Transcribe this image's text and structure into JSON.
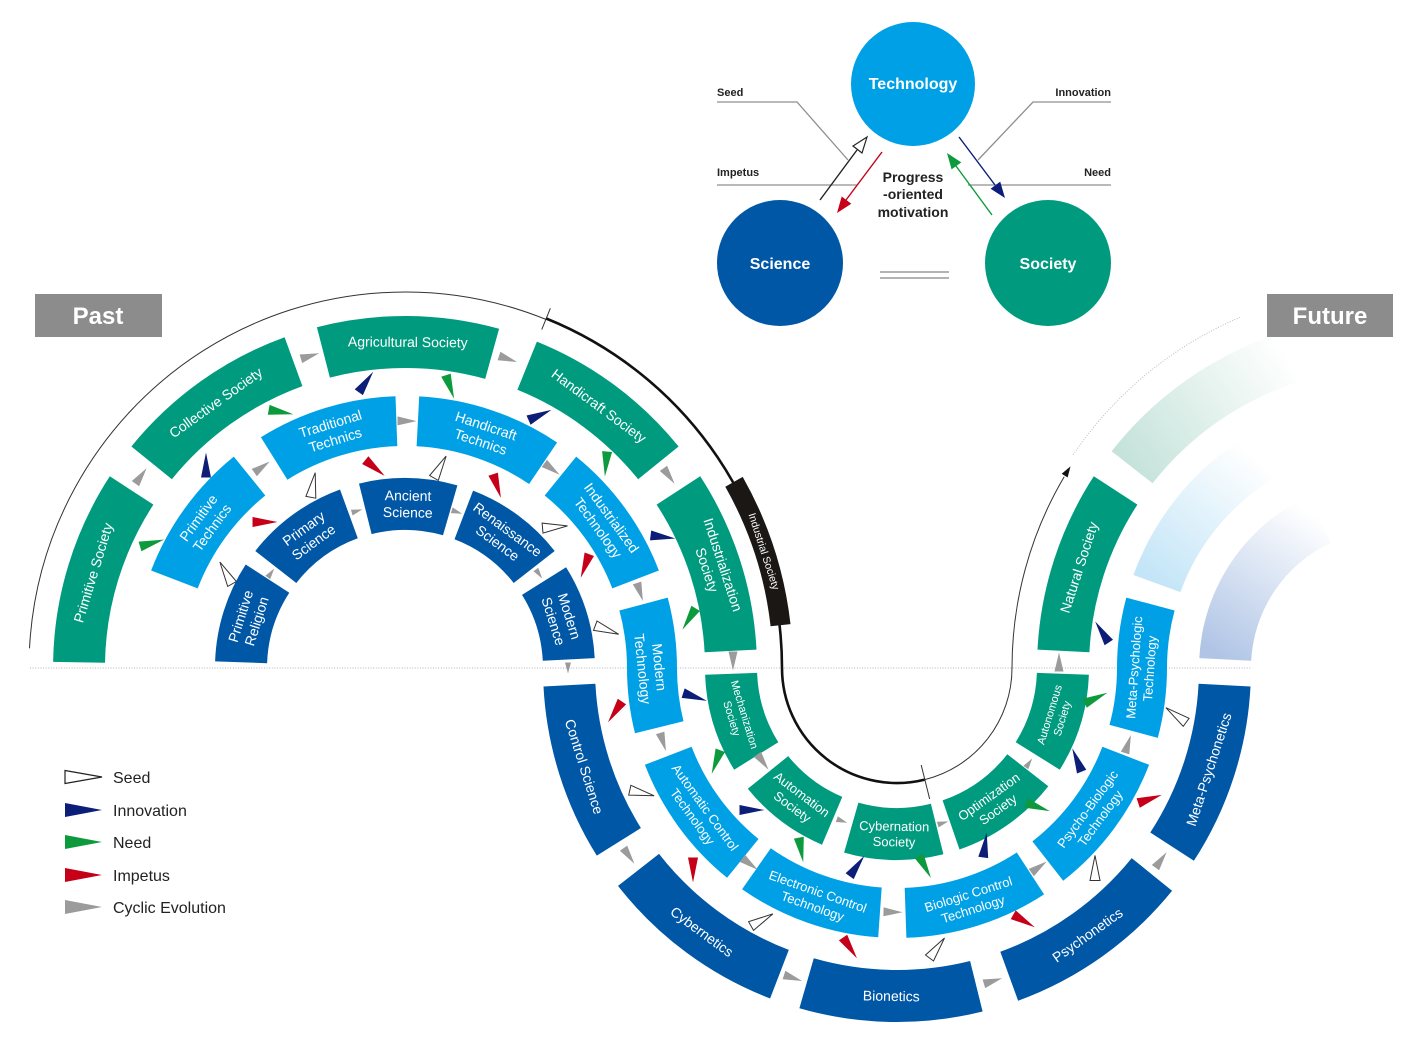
{
  "motivation_diagram": {
    "technology": "Technology",
    "science": "Science",
    "society": "Society",
    "center_text": [
      "Progress",
      "-oriented",
      "motivation"
    ],
    "flows": {
      "seed": "Seed",
      "innovation": "Innovation",
      "impetus": "Impetus",
      "need": "Need"
    }
  },
  "eras": {
    "past": "Past",
    "future": "Future"
  },
  "epoch_marker": "Industrial Society",
  "rings": {
    "society": [
      {
        "lines": [
          "Primitive Society"
        ]
      },
      {
        "lines": [
          "Collective Society"
        ]
      },
      {
        "lines": [
          "Agricultural Society"
        ]
      },
      {
        "lines": [
          "Handicraft Society"
        ]
      },
      {
        "lines": [
          "Industrialization",
          "Society"
        ]
      },
      {
        "lines": [
          "Mechanization",
          "Society"
        ]
      },
      {
        "lines": [
          "Automation",
          "Society"
        ]
      },
      {
        "lines": [
          "Cybernation",
          "Society"
        ]
      },
      {
        "lines": [
          "Optimization",
          "Society"
        ]
      },
      {
        "lines": [
          "Autonomous",
          "Society"
        ]
      },
      {
        "lines": [
          "Natural Society"
        ]
      }
    ],
    "technology": [
      {
        "lines": [
          "Primitive",
          "Technics"
        ]
      },
      {
        "lines": [
          "Traditional",
          "Technics"
        ]
      },
      {
        "lines": [
          "Handicraft",
          "Technics"
        ]
      },
      {
        "lines": [
          "Industrialized",
          "Technology"
        ]
      },
      {
        "lines": [
          "Modern",
          "Technology"
        ]
      },
      {
        "lines": [
          "Automatic Control",
          "Technology"
        ]
      },
      {
        "lines": [
          "Electronic Control",
          "Technology"
        ]
      },
      {
        "lines": [
          "Biologic Control",
          "Technology"
        ]
      },
      {
        "lines": [
          "Psycho-Biologic",
          "Technology"
        ]
      },
      {
        "lines": [
          "Meta-Psychologic",
          "Technology"
        ]
      }
    ],
    "science": [
      {
        "lines": [
          "Primitive",
          "Religion"
        ]
      },
      {
        "lines": [
          "Primary",
          "Science"
        ]
      },
      {
        "lines": [
          "Ancient",
          "Science"
        ]
      },
      {
        "lines": [
          "Renaissance",
          "Science"
        ]
      },
      {
        "lines": [
          "Modern",
          "Science"
        ]
      },
      {
        "lines": [
          "Control Science"
        ]
      },
      {
        "lines": [
          "Cybernetics"
        ]
      },
      {
        "lines": [
          "Bionetics"
        ]
      },
      {
        "lines": [
          "Psychonetics"
        ]
      },
      {
        "lines": [
          "Meta-Psychonetics"
        ]
      }
    ]
  },
  "legend": [
    {
      "type": "seed",
      "label": "Seed"
    },
    {
      "type": "innovation",
      "label": "Innovation"
    },
    {
      "type": "need",
      "label": "Need"
    },
    {
      "type": "impetus",
      "label": "Impetus"
    },
    {
      "type": "cyclic",
      "label": "Cyclic Evolution"
    }
  ],
  "colors": {
    "society": "#009b7f",
    "technology": "#00a0e6",
    "science": "#0057a6",
    "seed": "#ffffff",
    "innovation": "#0c1e78",
    "need": "#0d9a3c",
    "impetus": "#c50018",
    "cyclic": "#9b9b9b",
    "era": "#8c8c8c",
    "epoch": "#1b1715"
  },
  "arrows": [
    {
      "type": "cyclic",
      "from": "Primitive Society",
      "to": "Collective Society"
    },
    {
      "type": "cyclic",
      "from": "Collective Society",
      "to": "Agricultural Society"
    },
    {
      "type": "cyclic",
      "from": "Agricultural Society",
      "to": "Handicraft Society"
    },
    {
      "type": "cyclic",
      "from": "Handicraft Society",
      "to": "Industrialization Society"
    },
    {
      "type": "cyclic",
      "from": "Industrialization Society",
      "to": "Mechanization Society"
    },
    {
      "type": "cyclic",
      "from": "Primitive Technics",
      "to": "Traditional Technics"
    },
    {
      "type": "cyclic",
      "from": "Traditional Technics",
      "to": "Handicraft Technics"
    },
    {
      "type": "cyclic",
      "from": "Handicraft Technics",
      "to": "Industrialized Technology"
    },
    {
      "type": "cyclic",
      "from": "Industrialized Technology",
      "to": "Modern Technology"
    },
    {
      "type": "cyclic",
      "from": "Modern Technology",
      "to": "Automatic Control Technology"
    },
    {
      "type": "cyclic",
      "from": "Primitive Religion",
      "to": "Primary Science"
    },
    {
      "type": "cyclic",
      "from": "Primary Science",
      "to": "Ancient Science"
    },
    {
      "type": "cyclic",
      "from": "Ancient Science",
      "to": "Renaissance Science"
    },
    {
      "type": "cyclic",
      "from": "Renaissance Science",
      "to": "Modern Science"
    },
    {
      "type": "cyclic",
      "from": "Modern Science",
      "to": "Control Science"
    },
    {
      "type": "cyclic",
      "from": "Control Science",
      "to": "Cybernetics"
    },
    {
      "type": "cyclic",
      "from": "Cybernetics",
      "to": "Bionetics"
    },
    {
      "type": "cyclic",
      "from": "Bionetics",
      "to": "Psychonetics"
    },
    {
      "type": "cyclic",
      "from": "Psychonetics",
      "to": "Meta-Psychonetics"
    },
    {
      "type": "cyclic",
      "from": "Automatic Control Technology",
      "to": "Electronic Control Technology"
    },
    {
      "type": "cyclic",
      "from": "Electronic Control Technology",
      "to": "Biologic Control Technology"
    },
    {
      "type": "cyclic",
      "from": "Biologic Control Technology",
      "to": "Psycho-Biologic Technology"
    },
    {
      "type": "cyclic",
      "from": "Psycho-Biologic Technology",
      "to": "Meta-Psychologic Technology"
    },
    {
      "type": "cyclic",
      "from": "Mechanization Society",
      "to": "Automation Society"
    },
    {
      "type": "cyclic",
      "from": "Automation Society",
      "to": "Cybernation Society"
    },
    {
      "type": "cyclic",
      "from": "Cybernation Society",
      "to": "Optimization Society"
    },
    {
      "type": "cyclic",
      "from": "Optimization Society",
      "to": "Autonomous Society"
    },
    {
      "type": "cyclic",
      "from": "Autonomous Society",
      "to": "Natural Society"
    },
    {
      "type": "need",
      "from": "Primitive Society",
      "to": "Primitive Technics"
    },
    {
      "type": "innovation",
      "from": "Primitive Technics",
      "to": "Collective Society"
    },
    {
      "type": "need",
      "from": "Collective Society",
      "to": "Traditional Technics"
    },
    {
      "type": "innovation",
      "from": "Traditional Technics",
      "to": "Agricultural Society"
    },
    {
      "type": "impetus",
      "from": "Primitive Technics",
      "to": "Primary Science"
    },
    {
      "type": "seed",
      "from": "Primitive Religion",
      "to": "Primitive Technics"
    },
    {
      "type": "seed",
      "from": "Primary Science",
      "to": "Traditional Technics"
    },
    {
      "type": "impetus",
      "from": "Traditional Technics",
      "to": "Ancient Science"
    },
    {
      "type": "seed",
      "from": "Ancient Science",
      "to": "Handicraft Technics"
    },
    {
      "type": "need",
      "from": "Agricultural Society",
      "to": "Handicraft Technics"
    },
    {
      "type": "innovation",
      "from": "Handicraft Technics",
      "to": "Handicraft Society"
    },
    {
      "type": "impetus",
      "from": "Handicraft Technics",
      "to": "Renaissance Science"
    },
    {
      "type": "seed",
      "from": "Renaissance Science",
      "to": "Industrialized Technology"
    },
    {
      "type": "need",
      "from": "Handicraft Society",
      "to": "Industrialized Technology"
    },
    {
      "type": "impetus",
      "from": "Industrialized Technology",
      "to": "Modern Science"
    },
    {
      "type": "innovation",
      "from": "Industrialized Technology",
      "to": "Industrialization Society"
    },
    {
      "type": "seed",
      "from": "Modern Science",
      "to": "Modern Technology"
    },
    {
      "type": "need",
      "from": "Industrialization Society",
      "to": "Modern Technology"
    },
    {
      "type": "innovation",
      "from": "Modern Technology",
      "to": "Mechanization Society"
    },
    {
      "type": "impetus",
      "from": "Modern Technology",
      "to": "Control Science"
    },
    {
      "type": "need",
      "from": "Mechanization Society",
      "to": "Automatic Control Technology"
    },
    {
      "type": "seed",
      "from": "Control Science",
      "to": "Automatic Control Technology"
    },
    {
      "type": "innovation",
      "from": "Automatic Control Technology",
      "to": "Automation Society"
    },
    {
      "type": "impetus",
      "from": "Automatic Control Technology",
      "to": "Cybernetics"
    },
    {
      "type": "need",
      "from": "Automation Society",
      "to": "Electronic Control Technology"
    },
    {
      "type": "innovation",
      "from": "Electronic Control Technology",
      "to": "Cybernation Society"
    },
    {
      "type": "need",
      "from": "Cybernation Society",
      "to": "Biologic Control Technology"
    },
    {
      "type": "seed",
      "from": "Cybernetics",
      "to": "Electronic Control Technology"
    },
    {
      "type": "impetus",
      "from": "Electronic Control Technology",
      "to": "Bionetics"
    },
    {
      "type": "seed",
      "from": "Bionetics",
      "to": "Biologic Control Technology"
    },
    {
      "type": "innovation",
      "from": "Biologic Control Technology",
      "to": "Optimization Society"
    },
    {
      "type": "need",
      "from": "Optimization Society",
      "to": "Psycho-Biologic Technology"
    },
    {
      "type": "innovation",
      "from": "Psycho-Biologic Technology",
      "to": "Autonomous Society"
    },
    {
      "type": "need",
      "from": "Autonomous Society",
      "to": "Meta-Psychologic Technology"
    },
    {
      "type": "seed",
      "from": "Meta-Psychonetics",
      "to": "Meta-Psychologic Technology"
    },
    {
      "type": "impetus",
      "from": "Psycho-Biologic Technology",
      "to": "Meta-Psychonetics"
    },
    {
      "type": "impetus",
      "from": "Biologic Control Technology",
      "to": "Psychonetics"
    },
    {
      "type": "seed",
      "from": "Psychonetics",
      "to": "Psycho-Biologic Technology"
    },
    {
      "type": "innovation",
      "from": "Meta-Psychologic Technology",
      "to": "Natural Society"
    }
  ]
}
